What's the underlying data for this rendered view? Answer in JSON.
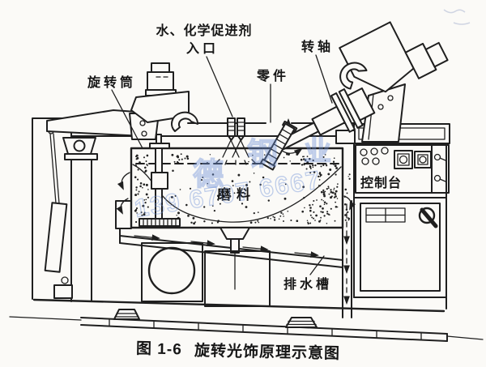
{
  "figure_caption": {
    "prefix": "图 1-6",
    "title": "旋转光饰原理示意图"
  },
  "labels": {
    "inlet_line1": "水、化学促进剂",
    "inlet_line2": "入口",
    "rotating_drum": "旋转筒",
    "rotating_shaft": "转轴",
    "workpiece": "零件",
    "abrasive": "磨料",
    "control_panel": "控制台",
    "drain_channel": "排水槽"
  },
  "watermark": {
    "char_1": "德",
    "char_2": "钢",
    "char_3": "业",
    "digits": "139 6707 6667",
    "color": "#6b8fd6"
  },
  "colors": {
    "ink": "#1f1f1f",
    "paper": "#fbfaf7",
    "watermark_blue": "#6b8fd6"
  }
}
